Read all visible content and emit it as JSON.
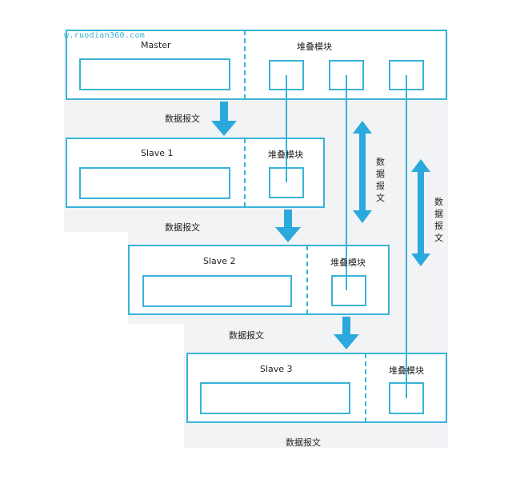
{
  "watermark": "w.ruodian360.com",
  "colors": {
    "stroke": "#39b3d7",
    "arrow": "#2aa9dd",
    "band": "#f2f3f5"
  },
  "nodes": {
    "master": {
      "name": "Master",
      "stack_label": "堆叠模块"
    },
    "slave1": {
      "name": "Slave 1",
      "stack_label": "堆叠模块"
    },
    "slave2": {
      "name": "Slave 2",
      "stack_label": "堆叠模块"
    },
    "slave3": {
      "name": "Slave 3",
      "stack_label": "堆叠模块"
    }
  },
  "flow_labels": [
    "数据报文",
    "数据报文",
    "数据报文",
    "数据报文"
  ],
  "side_labels": [
    "数据报文",
    "数据报文"
  ]
}
